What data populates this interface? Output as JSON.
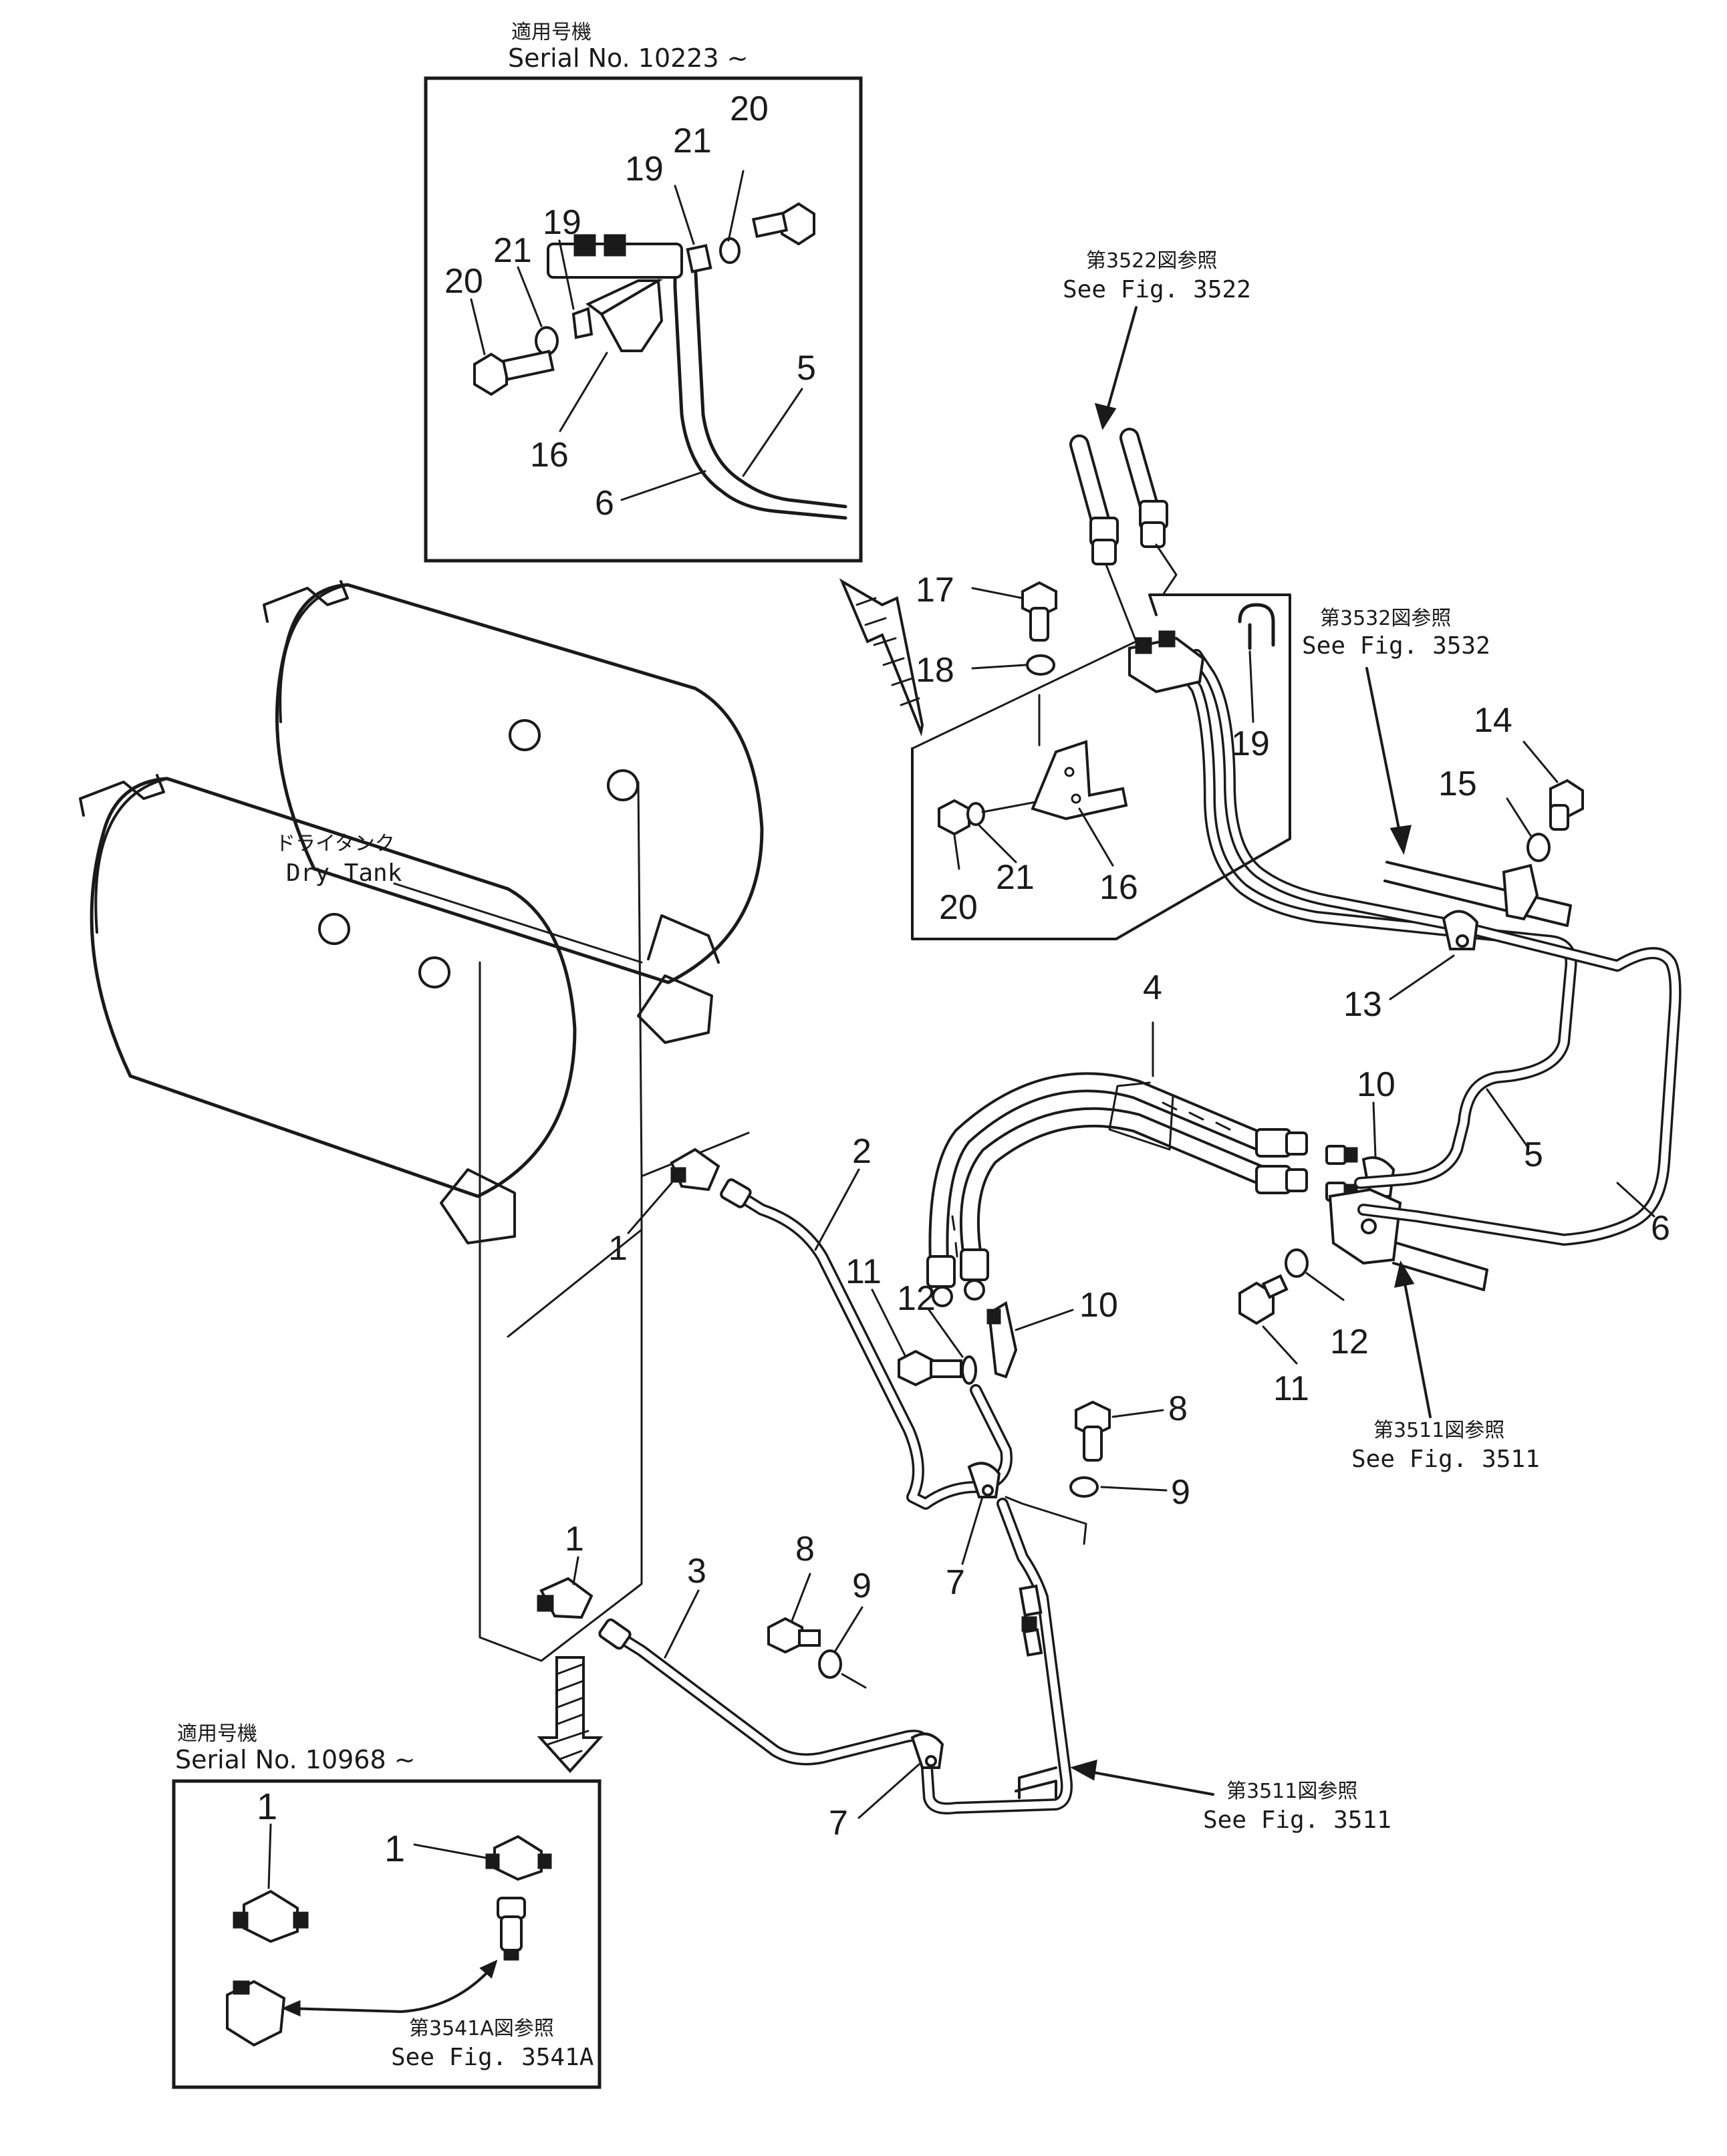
{
  "diagram": {
    "callouts": [
      "1",
      "2",
      "3",
      "4",
      "5",
      "6",
      "7",
      "8",
      "9",
      "10",
      "11",
      "12",
      "13",
      "14",
      "15",
      "16",
      "17",
      "18",
      "19",
      "20",
      "21"
    ],
    "dry_tank": {
      "jp": "ドライタンク",
      "en": "Dry Tank"
    },
    "inset_top": {
      "serial_jp": "適用号機",
      "serial_en": "Serial No. 10223 ~"
    },
    "inset_bottom": {
      "serial_jp": "適用号機",
      "serial_en": "Serial No. 10968 ~"
    },
    "refs": {
      "fig3522": {
        "jp": "第3522図参照",
        "en": "See Fig. 3522"
      },
      "fig3532": {
        "jp": "第3532図参照",
        "en": "See Fig. 3532"
      },
      "fig3511a": {
        "jp": "第3511図参照",
        "en": "See Fig. 3511"
      },
      "fig3511b": {
        "jp": "第3511図参照",
        "en": "See Fig. 3511"
      },
      "fig3541a": {
        "jp": "第3541A図参照",
        "en": "See Fig. 3541A"
      }
    }
  }
}
